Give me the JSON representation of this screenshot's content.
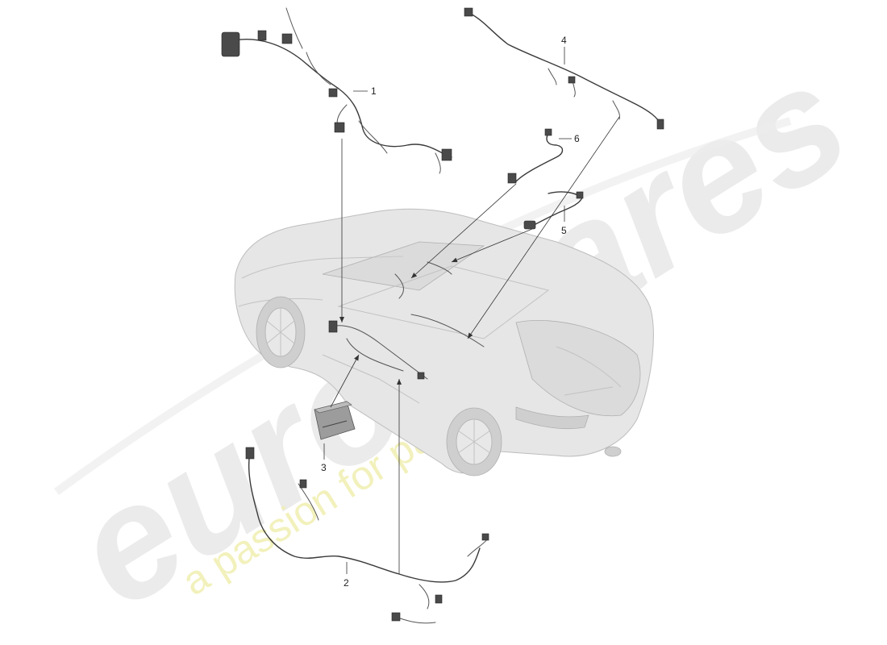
{
  "watermark": {
    "logo": "eurospares",
    "tagline": "a passion for parts since 1985"
  },
  "parts": [
    {
      "number": "1"
    },
    {
      "number": "2"
    },
    {
      "number": "3"
    },
    {
      "number": "4"
    },
    {
      "number": "5"
    },
    {
      "number": "6"
    }
  ],
  "colors": {
    "watermark_logo": "#e2e2e2",
    "watermark_tagline": "#f2f0b0",
    "line": "#333333"
  }
}
